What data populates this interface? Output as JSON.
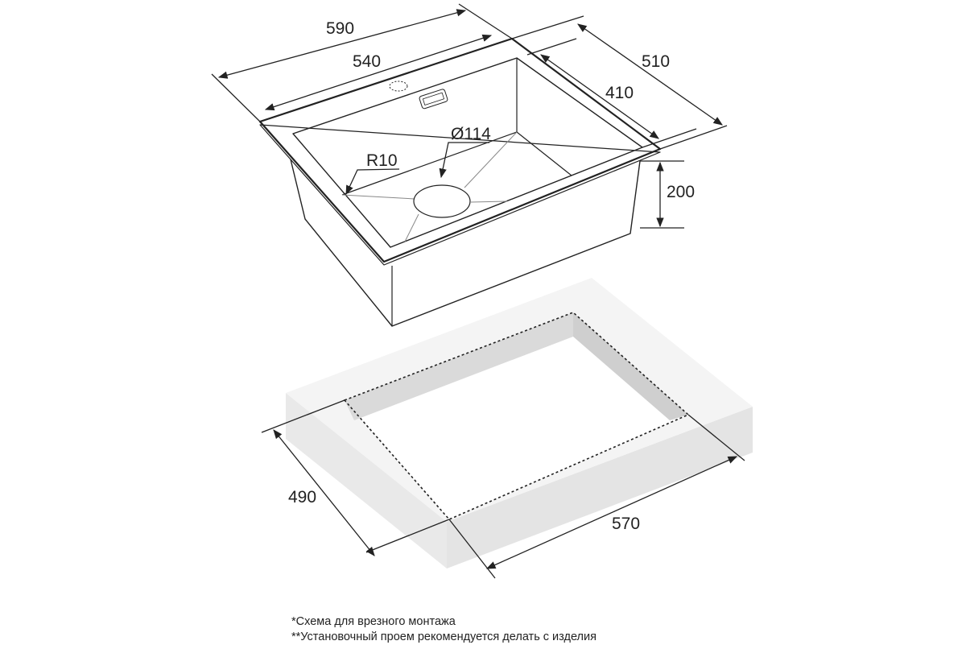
{
  "dimensions": {
    "overall_width": "590",
    "bowl_width": "540",
    "overall_depth": "510",
    "bowl_depth": "410",
    "bowl_height": "200",
    "drain_diameter": "Ø114",
    "corner_radius": "R10",
    "cutout_depth": "490",
    "cutout_width": "570"
  },
  "notes": [
    "*Схема для врезного монтажа",
    "**Установочный проем рекомендуется делать с изделия"
  ],
  "colors": {
    "line": "#222222",
    "slab_top": "#f4f4f4",
    "slab_side": "#e8e8e8",
    "cutout_wall": "#d8d8d8"
  }
}
